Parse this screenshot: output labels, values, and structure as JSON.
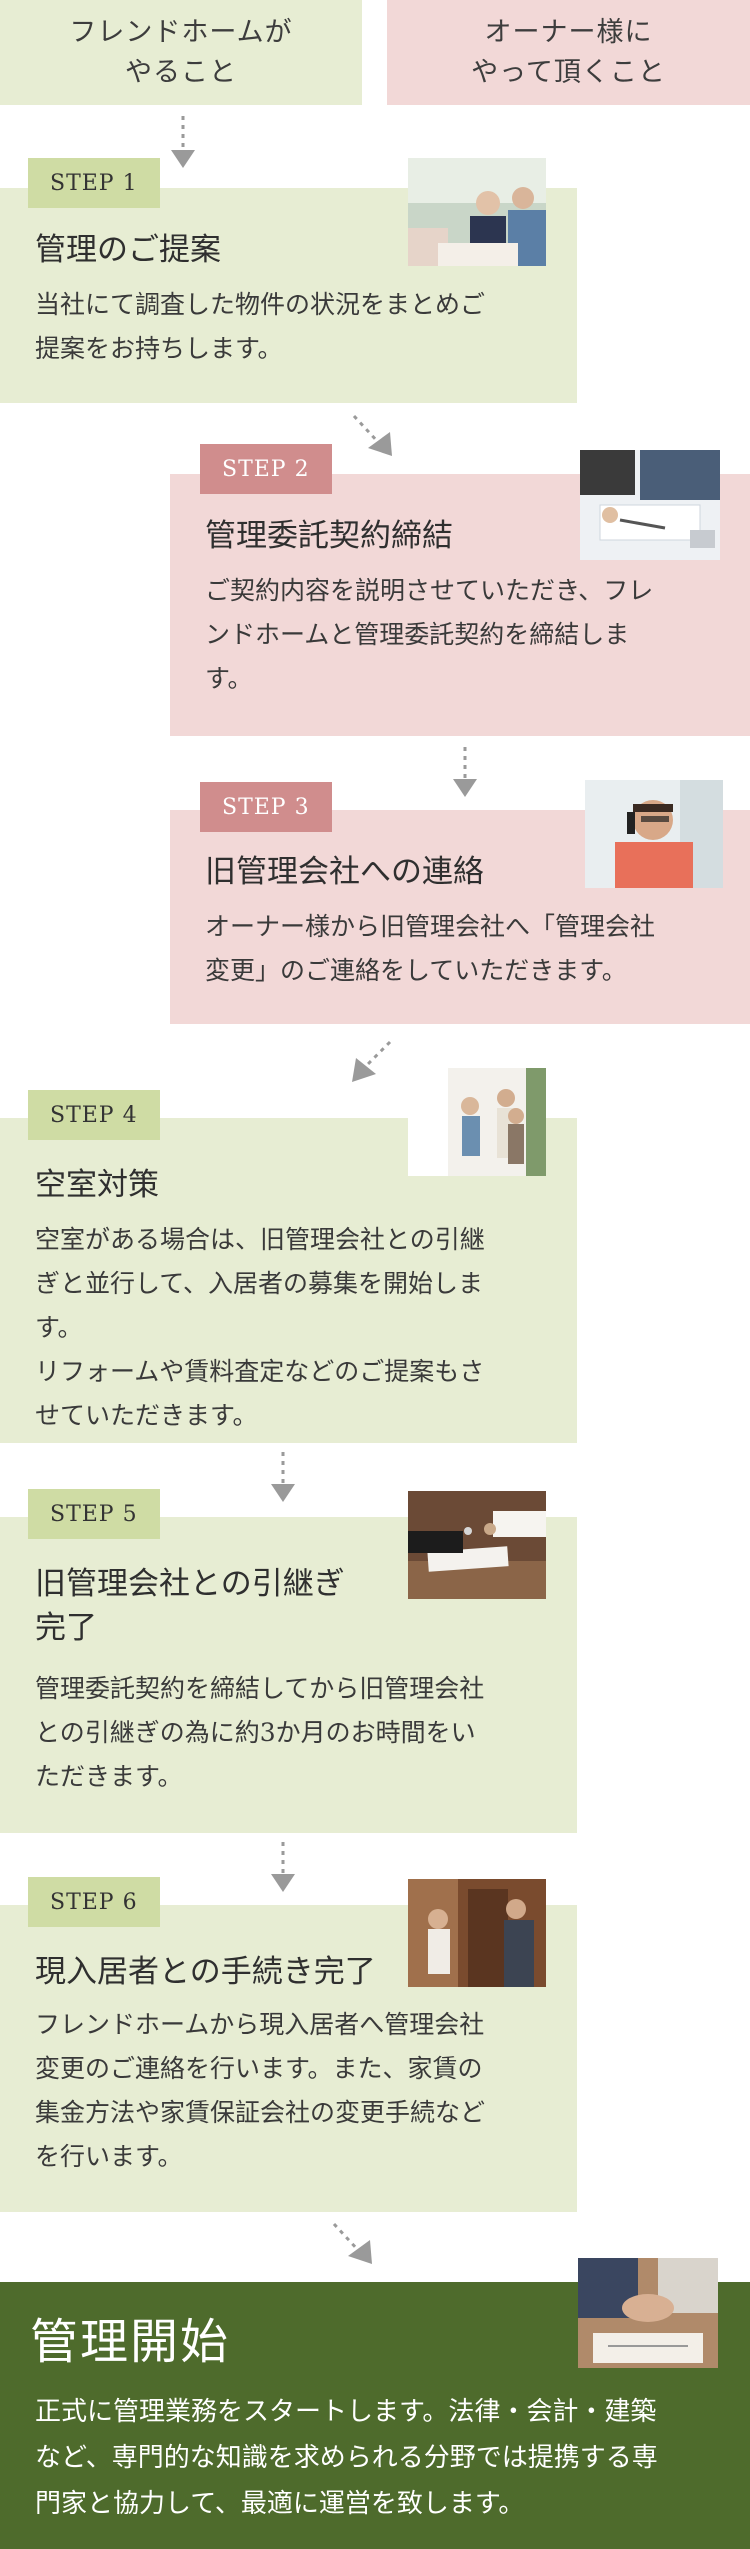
{
  "header": {
    "left_label": "フレンドホームが\nやること",
    "right_label": "オーナー様に\nやって頂くこと"
  },
  "steps": [
    {
      "badge": "STEP 1",
      "title": "管理のご提案",
      "description": "当社にて調査した物件の状況をまとめご\n提案をお持ちします。",
      "side": "friendhome",
      "photo": "meeting-photo"
    },
    {
      "badge": "STEP 2",
      "title": "管理委託契約締結",
      "description": "ご契約内容を説明させていただき、フレ\nンドホームと管理委託契約を締結しま\nす。",
      "side": "owner",
      "photo": "contract-signing-photo"
    },
    {
      "badge": "STEP 3",
      "title": "旧管理会社への連絡",
      "description": "オーナー様から旧管理会社へ「管理会社\n変更」のご連絡をしていただきます。",
      "side": "owner",
      "photo": "phone-call-photo"
    },
    {
      "badge": "STEP 4",
      "title": "空室対策",
      "description": "空室がある場合は、旧管理会社との引継\nぎと並行して、入居者の募集を開始しま\nす。\nリフォームや賃料査定などのご提案もさ\nせていただきます。",
      "side": "friendhome",
      "photo": "room-viewing-photo"
    },
    {
      "badge": "STEP 5",
      "title": "旧管理会社との引継ぎ\n完了",
      "description": "管理委託契約を締結してから旧管理会社\nとの引継ぎの為に約3か月のお時間をい\nただきます。",
      "side": "friendhome",
      "photo": "key-handover-photo"
    },
    {
      "badge": "STEP 6",
      "title": "現入居者との手続き完了",
      "description": "フレンドホームから現入居者へ管理会社\n変更のご連絡を行います。また、家賃の\n集金方法や家賃保証会社の変更手続など\nを行います。",
      "side": "friendhome",
      "photo": "doorstep-photo"
    }
  ],
  "final": {
    "title": "管理開始",
    "description": "正式に管理業務をスタートします。法律・会計・建築\nなど、専門的な知識を求められる分野では提携する専\n門家と協力して、最適に運営を致します。",
    "photo": "handshake-photo"
  },
  "colors": {
    "green_panel": "#e7edd3",
    "green_badge": "#cfdca4",
    "pink_panel": "#f2d8d7",
    "pink_badge": "#d08d8d",
    "final_panel": "#4e6b2c",
    "arrow": "#9a9a9a"
  }
}
